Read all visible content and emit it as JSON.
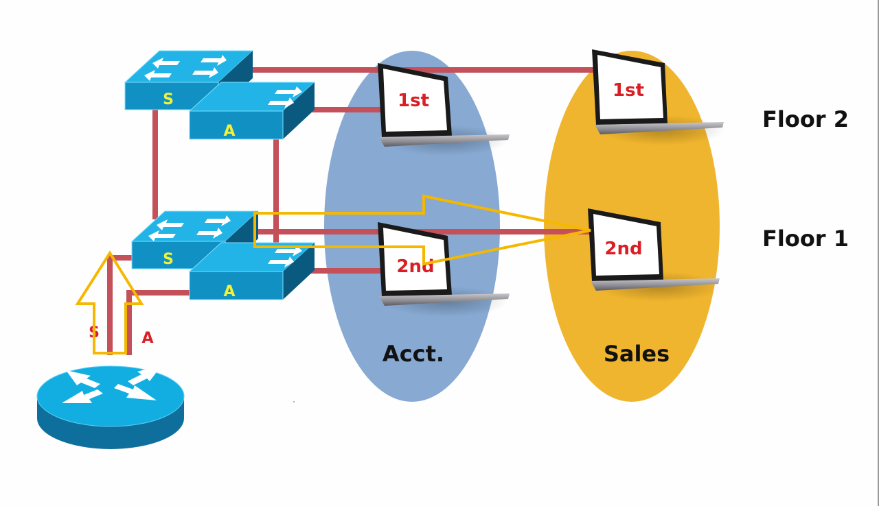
{
  "colors": {
    "background": "#ffffff",
    "cable": "#c4505a",
    "switch_top": "#22b4e6",
    "switch_front": "#1190c4",
    "switch_side": "#0a5a80",
    "acct_group": "#87a9d2",
    "sales_group": "#f0b52e",
    "highlight_arrow": "#f5b800",
    "switch_label": "#f2f23a",
    "laptop_label": "#d91f26",
    "link_label": "#d91f26",
    "text_dark": "#111111"
  },
  "floors": [
    {
      "id": "floor2",
      "label": "Floor 2"
    },
    {
      "id": "floor1",
      "label": "Floor 1"
    }
  ],
  "groups": [
    {
      "id": "acct",
      "label": "Acct."
    },
    {
      "id": "sales",
      "label": "Sales"
    }
  ],
  "switches": [
    {
      "id": "floor2-s",
      "floor": "Floor 2",
      "label": "S"
    },
    {
      "id": "floor2-a",
      "floor": "Floor 2",
      "label": "A"
    },
    {
      "id": "floor1-s",
      "floor": "Floor 1",
      "label": "S"
    },
    {
      "id": "floor1-a",
      "floor": "Floor 1",
      "label": "A"
    }
  ],
  "laptops": [
    {
      "id": "acct-floor2",
      "group": "Acct.",
      "floor": "Floor 2",
      "label": "1st"
    },
    {
      "id": "acct-floor1",
      "group": "Acct.",
      "floor": "Floor 1",
      "label": "2nd"
    },
    {
      "id": "sales-floor2",
      "group": "Sales",
      "floor": "Floor 2",
      "label": "1st"
    },
    {
      "id": "sales-floor1",
      "group": "Sales",
      "floor": "Floor 1",
      "label": "2nd"
    }
  ],
  "router": {
    "id": "router",
    "label": ""
  },
  "router_links": [
    {
      "id": "link-s",
      "label": "S"
    },
    {
      "id": "link-a",
      "label": "A"
    }
  ],
  "annotations": [
    {
      "id": "arrow-up",
      "description": "hollow arrow from router up to Floor 1 S switch"
    },
    {
      "id": "arrow-right",
      "description": "hollow arrow from Floor 1 S switch to Sales 2nd laptop"
    }
  ]
}
